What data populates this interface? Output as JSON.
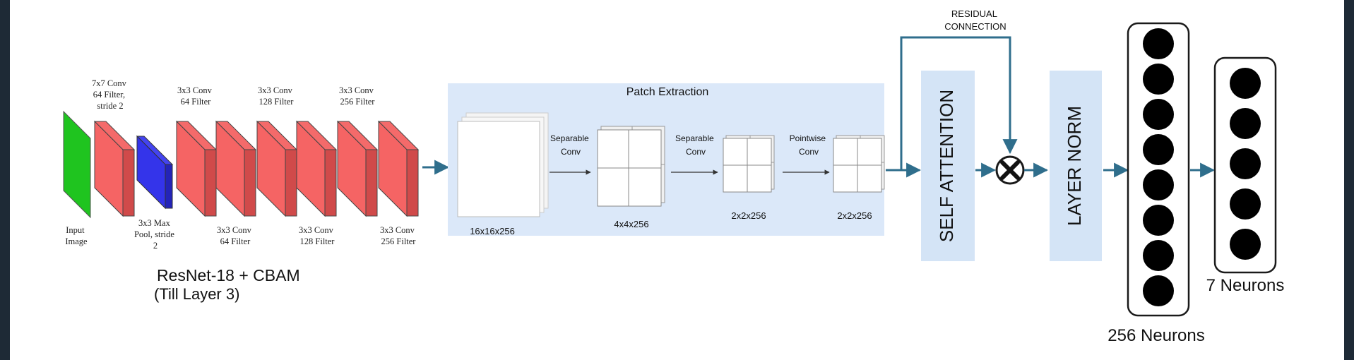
{
  "resnet": {
    "title": "ResNet-18 + CBAM",
    "subtitle": "(Till Layer 3)",
    "top_labels": [
      [
        "7x7 Conv",
        "64 Filter,",
        "stride 2"
      ],
      [
        "3x3 Conv",
        "64 Filter"
      ],
      [
        "3x3 Conv",
        "128 Filter"
      ],
      [
        "3x3 Conv",
        "256 Filter"
      ]
    ],
    "bottom_labels": [
      [
        "Input",
        "Image"
      ],
      [
        "3x3 Max",
        "Pool, stride",
        "2"
      ],
      [
        "3x3 Conv",
        "64 Filter"
      ],
      [
        "3x3 Conv",
        "128 Filter"
      ],
      [
        "3x3 Conv",
        "256 Filter"
      ]
    ]
  },
  "patch": {
    "title": "Patch Extraction",
    "ops": [
      [
        "Separable",
        "Conv"
      ],
      [
        "Separable",
        "Conv"
      ],
      [
        "Pointwise",
        "Conv"
      ]
    ],
    "shapes": [
      "16x16x256",
      "4x4x256",
      "2x2x256",
      "2x2x256"
    ]
  },
  "attention": {
    "residual": [
      "RESIDUAL",
      "CONNECTION"
    ],
    "self_attention": "SELF ATTENTION",
    "layer_norm": "LAYER NORM"
  },
  "dense": {
    "layer1_label": "256 Neurons",
    "layer1_drawn_nodes": 8,
    "layer2_label": "7 Neurons",
    "layer2_drawn_nodes": 5
  },
  "colors": {
    "input": "#1fc41f",
    "conv": "#f56464",
    "pool": "#3434ea",
    "patch_bg": "#dbe8f9",
    "block_bg": "#d4e4f6",
    "arrow": "#2f6e8c",
    "node": "#000000",
    "edge": "#1e2a36"
  }
}
